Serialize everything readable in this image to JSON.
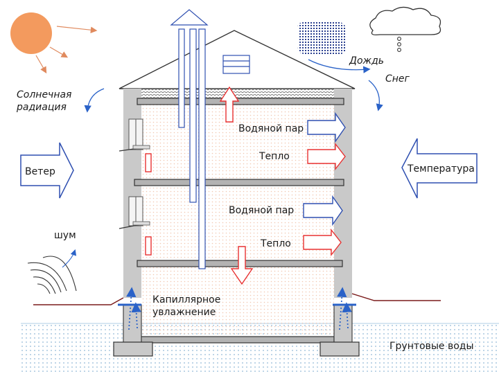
{
  "labels": {
    "rain": "Дождь",
    "snow": "Снег",
    "solar": "Солнечная радиация",
    "wind": "Ветер",
    "temperature": "Температура",
    "vapor_top": "Водяной пар",
    "heat_top": "Тепло",
    "vapor_mid": "Водяной пар",
    "heat_mid": "Тепло",
    "noise": "шум",
    "capillary": "Капиллярное увлажнение",
    "groundwater": "Грунтовые воды"
  },
  "colors": {
    "sun": "#f39a5e",
    "wall": "#c9c9c9",
    "interior_dots": "#f2c7b0",
    "floor_slab": "#b3b3b3",
    "heat_arrow": "#e83030",
    "vapor_arrow": "#2e4fb0",
    "capillary_arrow": "#2a62c8",
    "ground_line": "#7a1a1a",
    "ground_dots": "#8fb7d6",
    "outline": "#333333"
  }
}
